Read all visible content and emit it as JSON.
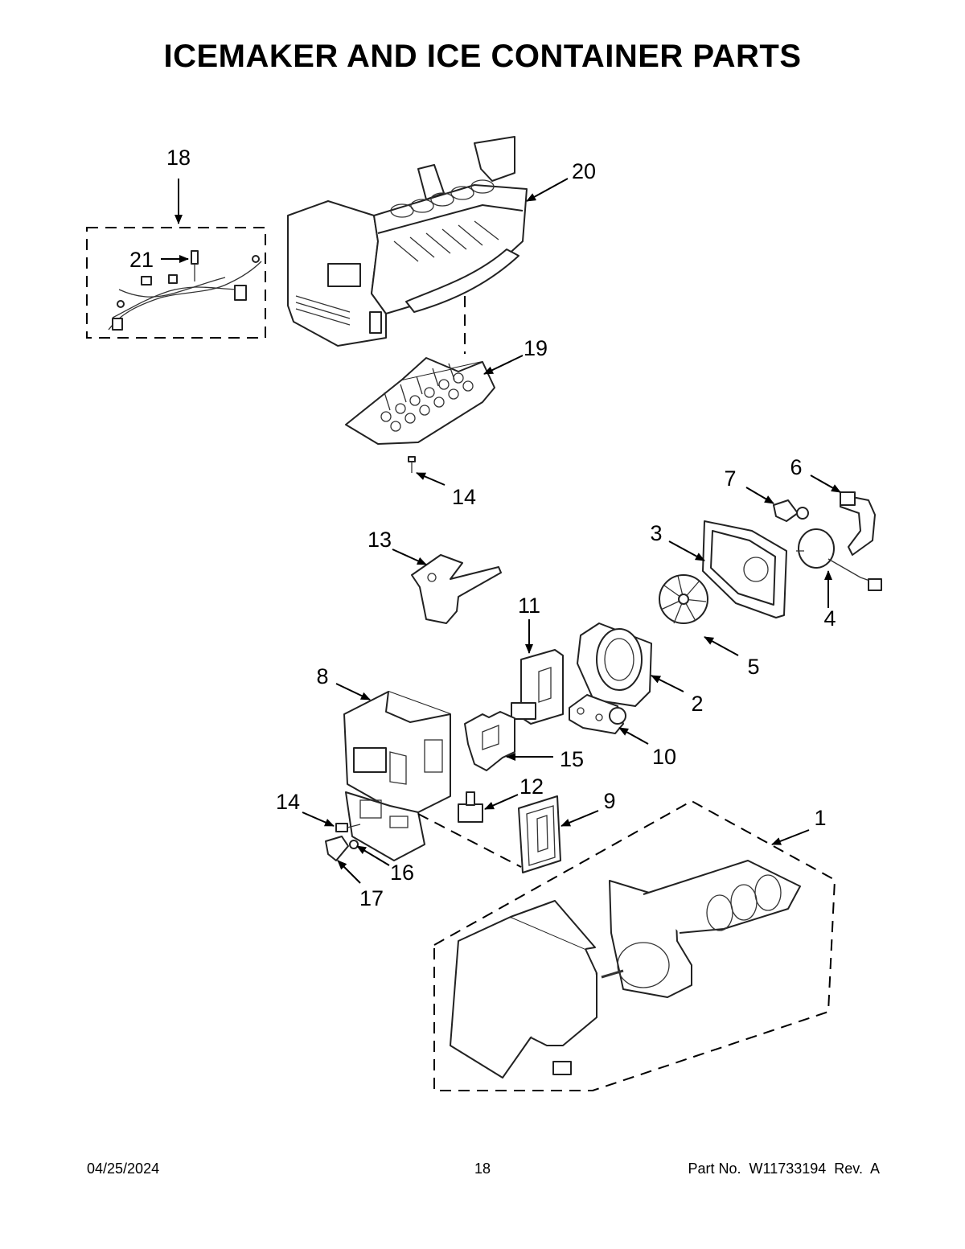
{
  "title": "ICEMAKER AND ICE CONTAINER PARTS",
  "callouts": {
    "c1": "1",
    "c2": "2",
    "c3": "3",
    "c4": "4",
    "c5": "5",
    "c6": "6",
    "c7": "7",
    "c8": "8",
    "c9": "9",
    "c10": "10",
    "c11": "11",
    "c12": "12",
    "c13": "13",
    "c14a": "14",
    "c14b": "14",
    "c15": "15",
    "c16": "16",
    "c17": "17",
    "c18": "18",
    "c19": "19",
    "c20": "20",
    "c21": "21"
  },
  "footer": {
    "date": "04/25/2024",
    "page": "18",
    "part_no": "Part No.  W11733194  Rev.  A"
  }
}
